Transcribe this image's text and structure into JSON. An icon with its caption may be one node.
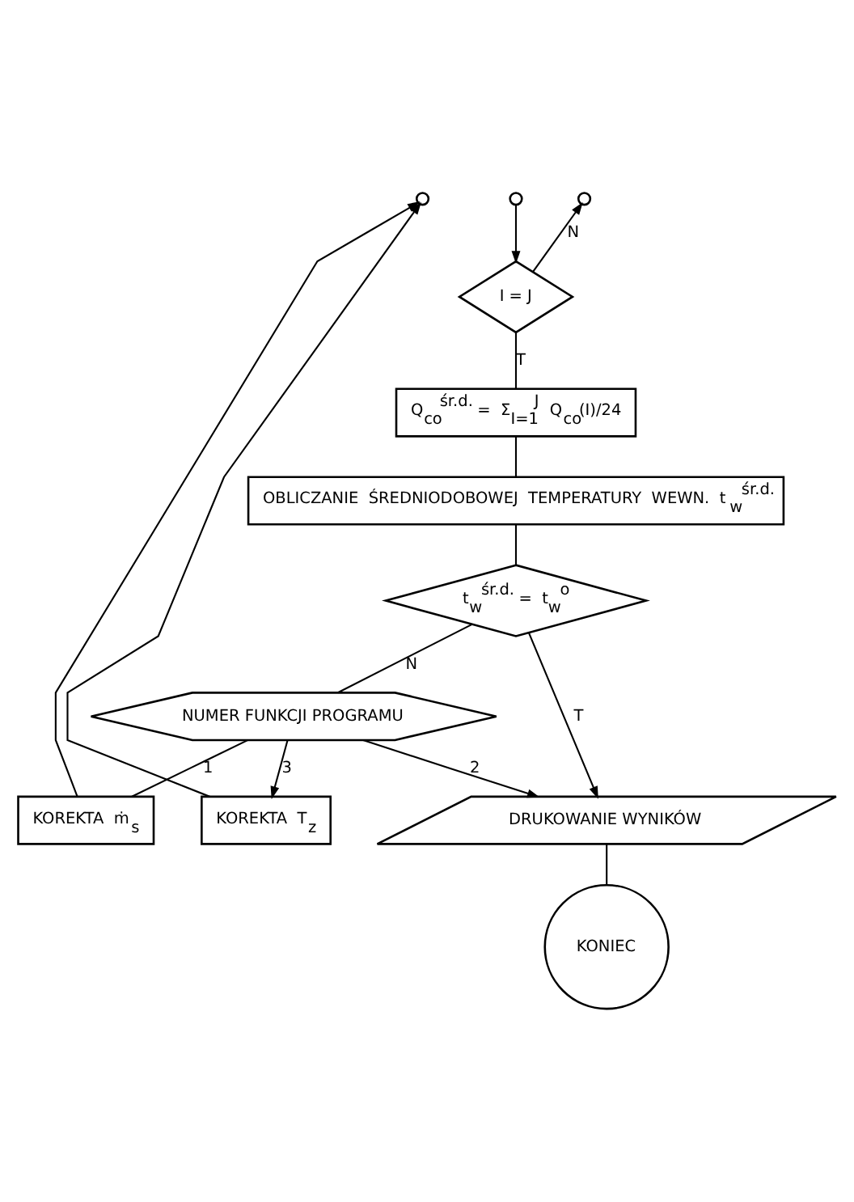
{
  "diagram": {
    "nodes": [
      {
        "text": [],
        "shape": "circle"
      },
      {
        "text": [],
        "shape": "circle"
      },
      {
        "text": [],
        "shape": "circle"
      },
      {
        "text": [
          "I = J"
        ]
      },
      {
        "text": [
          "Q$_{co}$$^{śr.d.}$ = Σ$_{I=1}$$^{J}$ Q$_{co}$(I)/24"
        ]
      },
      {
        "text": [
          "OBLICZANIE ŚREDNIODOBOWEJ TEMPERATURY WEWN. t$_{w}$$^{śr.d.}$"
        ]
      },
      {
        "text": [
          "t$_{w}$$^{śr.d.}$ = t$_{w}$$^{o}$"
        ]
      },
      {
        "text": [
          "NUMER FUNKCJI PROGRAMU"
        ]
      },
      {
        "text": [
          "KOREKTA ṁ$_{s}$"
        ]
      },
      {
        "text": [
          "KOREKTA T$_{z}$"
        ]
      },
      {
        "text": [
          "DRUKOWANIE WYNIKÓW"
        ]
      },
      {
        "text": [
          "KONIEC"
        ]
      }
    ],
    "edges": [
      {
        "from": 1,
        "to": 3,
        "arrow": "to"
      },
      {
        "from": 3,
        "to": 2,
        "arrow": "to",
        "label": "N"
      },
      {
        "from": 3,
        "to": 4,
        "arrow": "none",
        "label": "T"
      },
      {
        "from": 4,
        "to": 5,
        "arrow": "none"
      },
      {
        "from": 5,
        "to": 6,
        "arrow": "none"
      },
      {
        "from": 6,
        "to": 7,
        "arrow": "none",
        "label": "N"
      },
      {
        "from": 6,
        "to": 10,
        "arrow": "to",
        "label": "T"
      },
      {
        "from": 7,
        "to": 8,
        "arrow": "none",
        "label": "1"
      },
      {
        "from": 8,
        "to": 0,
        "arrow": "to"
      },
      {
        "from": 7,
        "to": 9,
        "arrow": "to",
        "label": "3"
      },
      {
        "from": 9,
        "to": 0,
        "arrow": "to"
      },
      {
        "from": 7,
        "to": 10,
        "arrow": "to",
        "label": "2"
      },
      {
        "from": 10,
        "to": 11,
        "arrow": "none"
      }
    ]
  }
}
